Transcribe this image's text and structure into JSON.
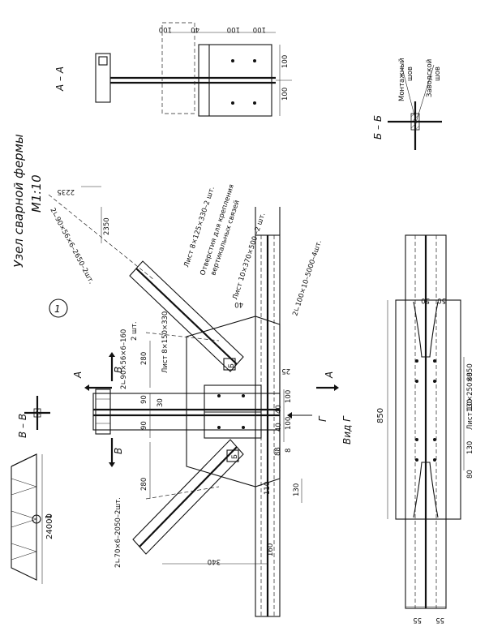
{
  "title": {
    "line1": "Узел сварной фермы",
    "line2": "М1:10",
    "node_number": "1"
  },
  "sections": {
    "aa": "А – А",
    "bb": "Б – Б",
    "vv": "В – В",
    "view_g": "Вид Г",
    "mark_a": "А",
    "mark_b": "Б",
    "mark_v": "В",
    "mark_g": "Г"
  },
  "notes": {
    "sheet_8x125x330": "Лист 8×125×330–2 шт.",
    "holes_line1": "Отверстия для крепления",
    "holes_line2": "вертикальных связей",
    "sheet_10x370x500": "Лист 10×370×500 –2 шт.",
    "angle_100x10": "2∟100×10–5000–4шт.",
    "angle_90x56": "2∟90×56×6–160",
    "angle_90x56_qty": "2 шт.",
    "sheet_8x150x330": "Лист 8×150×330",
    "angle_70x6": "2∟70×6–2050–2шт.",
    "angle_top_diag": "2∟90×56×6–2650–2шт.",
    "sheet_10x250x850": "Лист 10×250×850",
    "mount_weld_line1": "Монтажный",
    "mount_weld_line2": "шов",
    "factory_weld_line1": "Заводской",
    "factory_weld_line2": "шов"
  },
  "truss": {
    "span": "24000",
    "node_label": "1"
  },
  "dimensions": {
    "aa_100_a": "100",
    "aa_40": "40",
    "aa_100_b": "100",
    "aa_100_c": "100",
    "aa_100_d": "100",
    "aa_100_e": "100",
    "d2235": "2235",
    "d2350": "2350",
    "d280_top": "280",
    "d90_a": "90",
    "d90_b": "90",
    "d30": "30",
    "d100_a": "100",
    "d100_b": "100",
    "d40_a": "40",
    "d40_b": "40",
    "d25": "25",
    "d40_c": "40",
    "d8": "8",
    "d88": "88",
    "d110": "110",
    "d130": "130",
    "d280_bot": "280",
    "d340": "340",
    "d160": "160",
    "g850": "850",
    "g80_a": "80",
    "g130_a": "130",
    "g130_b": "130",
    "g80_b": "80",
    "g50_a": "50",
    "g50_b": "50",
    "g55_a": "55",
    "g55_b": "55"
  }
}
